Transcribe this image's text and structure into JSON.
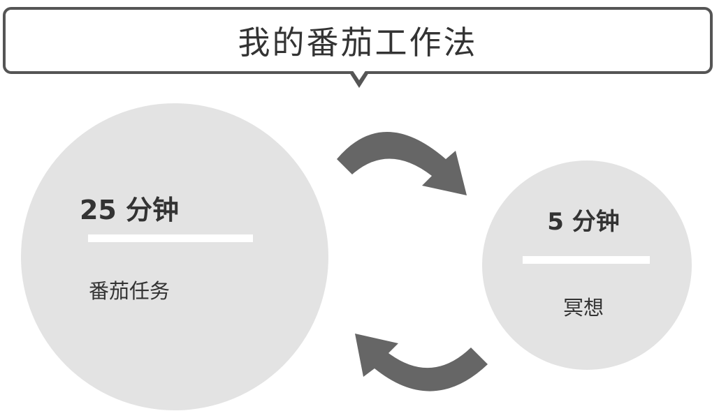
{
  "title": "我的番茄工作法",
  "work": {
    "duration": "25 分钟",
    "activity": "番茄任务"
  },
  "rest": {
    "duration": "5 分钟",
    "activity": "冥想"
  },
  "colors": {
    "border": "#555555",
    "circle_fill": "#e3e3e3",
    "arrow_fill": "#666666",
    "divider": "#ffffff",
    "text": "#333333"
  },
  "icons": [
    "forward-arrow-icon",
    "return-arrow-icon"
  ]
}
